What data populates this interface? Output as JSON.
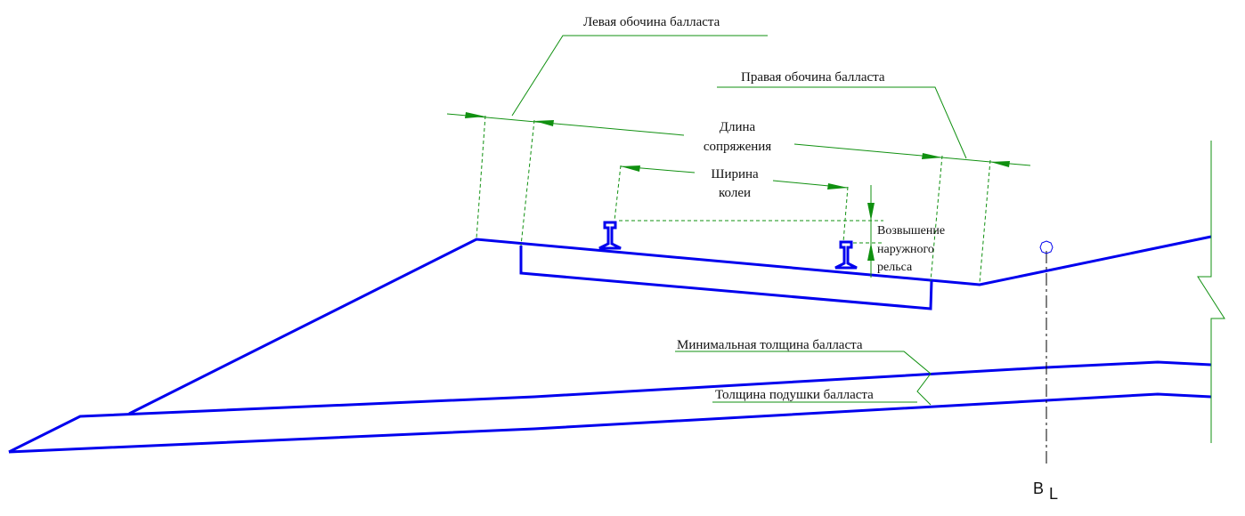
{
  "labels": {
    "left_shoulder": "Левая обочина балласта",
    "right_shoulder": "Правая обочина балласта",
    "transition_length_1": "Длина",
    "transition_length_2": "сопряжения",
    "gauge_1": "Ширина",
    "gauge_2": "колеи",
    "superelevation_1": "Возвышение",
    "superelevation_2": "наружного",
    "superelevation_3": "рельса",
    "min_thickness": "Минимальная толщина балласта",
    "cushion_thickness": "Толщина подушки балласта",
    "axis_b": "B",
    "axis_l": "L"
  },
  "colors": {
    "structure": "#0000ee",
    "dimension": "#109010"
  }
}
